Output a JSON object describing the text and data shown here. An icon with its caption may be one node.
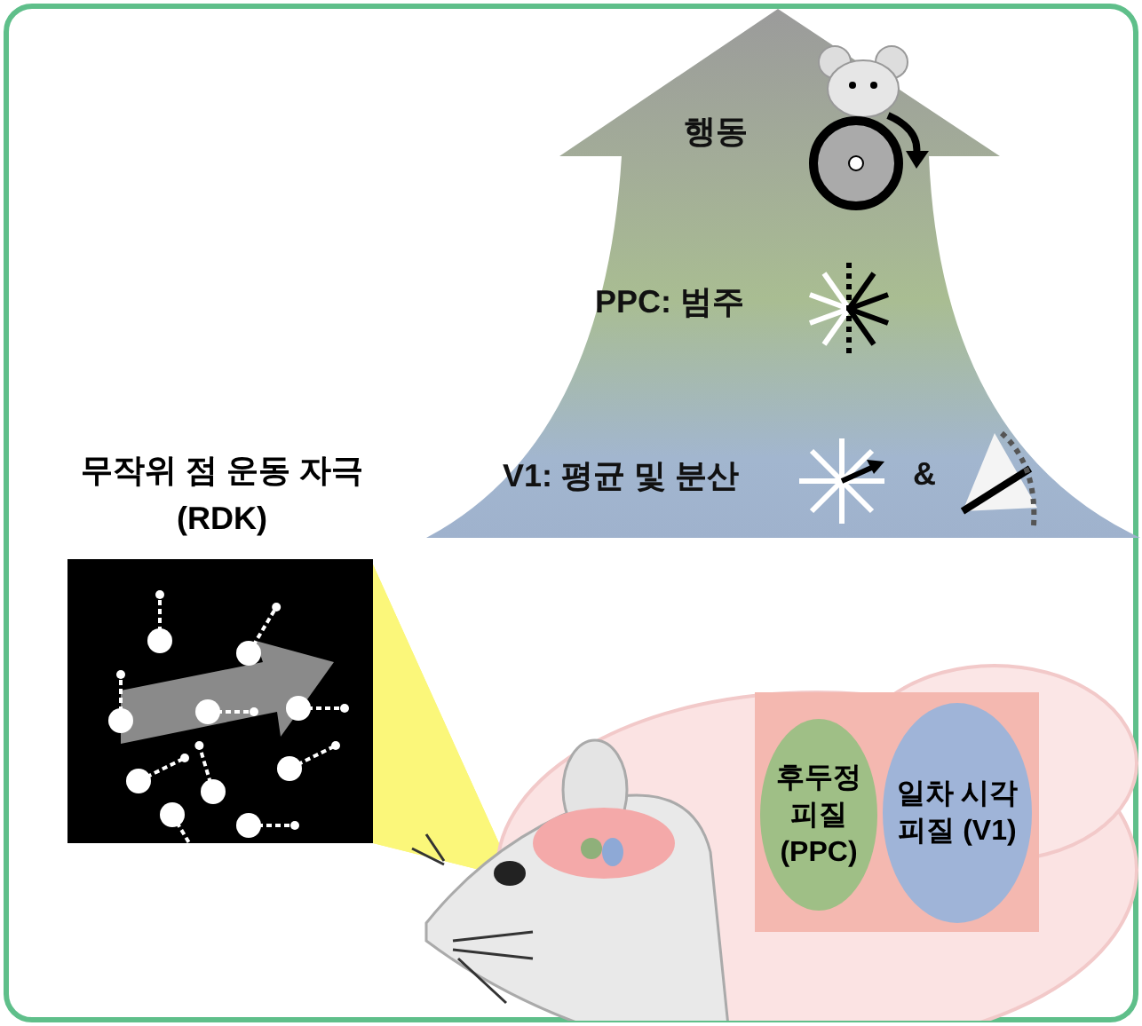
{
  "diagram": {
    "nodes": [
      {
        "text": [
          "행동",
          "PPC: 범주",
          "V1: 평균 및 분산"
        ]
      },
      {
        "text": [
          "무작위 점 운동 자극 (RDK)"
        ]
      },
      {
        "text": [],
        "shape": "box"
      },
      {
        "text": [
          "후두정 피질 (PPC)"
        ],
        "in": 2
      },
      {
        "text": [
          "일차 시각피질 (V1)"
        ],
        "in": 2
      }
    ],
    "labels": [
      "&"
    ]
  }
}
